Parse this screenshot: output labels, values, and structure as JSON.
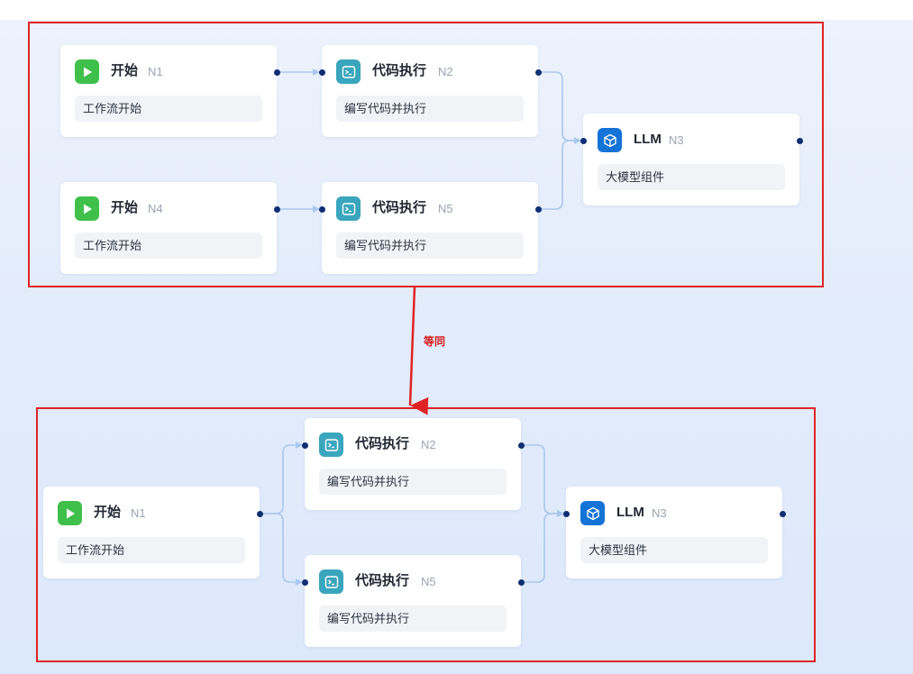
{
  "colors": {
    "start_icon": "#3fc04a",
    "code_icon": "#3aa6bd",
    "llm_icon": "#1473d6",
    "frame": "#e02424",
    "wire": "#a9c7ee",
    "port": "#0f2f73"
  },
  "top_group": {
    "n1": {
      "title": "开始",
      "id": "N1",
      "desc": "工作流开始",
      "icon": "play-icon"
    },
    "n2": {
      "title": "代码执行",
      "id": "N2",
      "desc": "编写代码并执行",
      "icon": "terminal-icon"
    },
    "n3": {
      "title": "LLM",
      "id": "N3",
      "desc": "大模型组件",
      "icon": "cube-icon"
    },
    "n4": {
      "title": "开始",
      "id": "N4",
      "desc": "工作流开始",
      "icon": "play-icon"
    },
    "n5": {
      "title": "代码执行",
      "id": "N5",
      "desc": "编写代码并执行",
      "icon": "terminal-icon"
    }
  },
  "equivalence_label": "等同",
  "bottom_group": {
    "n1": {
      "title": "开始",
      "id": "N1",
      "desc": "工作流开始",
      "icon": "play-icon"
    },
    "n2": {
      "title": "代码执行",
      "id": "N2",
      "desc": "编写代码并执行",
      "icon": "terminal-icon"
    },
    "n3": {
      "title": "LLM",
      "id": "N3",
      "desc": "大模型组件",
      "icon": "cube-icon"
    },
    "n5": {
      "title": "代码执行",
      "id": "N5",
      "desc": "编写代码并执行",
      "icon": "terminal-icon"
    }
  }
}
